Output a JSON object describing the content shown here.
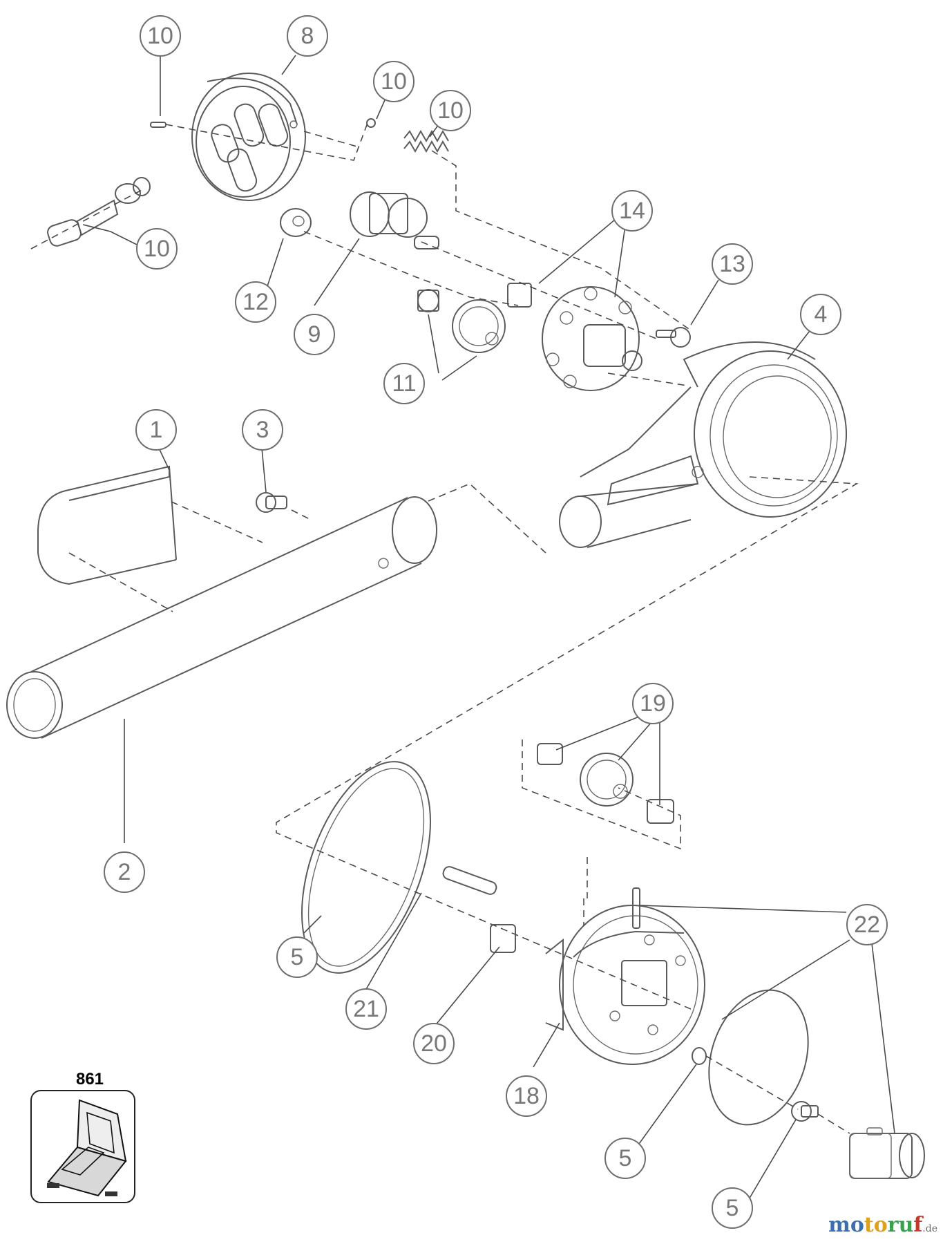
{
  "callouts": [
    {
      "id": "c-10a",
      "label": "10"
    },
    {
      "id": "c-8",
      "label": "8"
    },
    {
      "id": "c-10b",
      "label": "10"
    },
    {
      "id": "c-10c",
      "label": "10"
    },
    {
      "id": "c-10d",
      "label": "10"
    },
    {
      "id": "c-12",
      "label": "12"
    },
    {
      "id": "c-9",
      "label": "9"
    },
    {
      "id": "c-14",
      "label": "14"
    },
    {
      "id": "c-13",
      "label": "13"
    },
    {
      "id": "c-11",
      "label": "11"
    },
    {
      "id": "c-4",
      "label": "4"
    },
    {
      "id": "c-1",
      "label": "1"
    },
    {
      "id": "c-3",
      "label": "3"
    },
    {
      "id": "c-2",
      "label": "2"
    },
    {
      "id": "c-19",
      "label": "19"
    },
    {
      "id": "c-22",
      "label": "22"
    },
    {
      "id": "c-5a",
      "label": "5"
    },
    {
      "id": "c-21",
      "label": "21"
    },
    {
      "id": "c-20",
      "label": "20"
    },
    {
      "id": "c-18",
      "label": "18"
    },
    {
      "id": "c-5b",
      "label": "5"
    },
    {
      "id": "c-5c",
      "label": "5"
    }
  ],
  "kit": {
    "label": "861",
    "icon": "carrying-case-icon"
  },
  "watermark": {
    "m1": "mo",
    "m2": "to",
    "m3": "ru",
    "m4": "f",
    "tld": ".de"
  }
}
